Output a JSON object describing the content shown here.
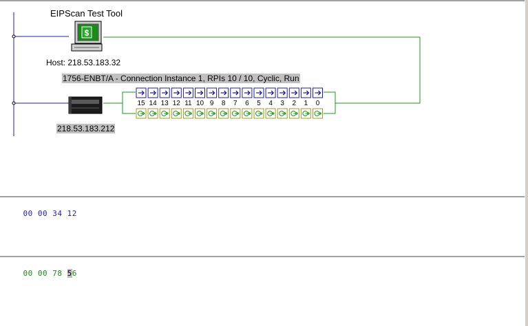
{
  "host": {
    "title": "EIPScan Test Tool",
    "address_label": "Host: 218.53.183.32"
  },
  "connection": {
    "label": "1756-ENBT/A - Connection Instance 1, RPIs 10 / 10, Cyclic, Run"
  },
  "adapter": {
    "address": "218.53.183.212"
  },
  "bits": {
    "labels": [
      "15",
      "14",
      "13",
      "12",
      "11",
      "10",
      "9",
      "8",
      "7",
      "6",
      "5",
      "4",
      "3",
      "2",
      "1",
      "0"
    ]
  },
  "input_data": {
    "bytes": [
      "00",
      "00",
      "34",
      "12"
    ]
  },
  "output_data": {
    "bytes": [
      "00",
      "00",
      "78"
    ],
    "selected_digit": "5",
    "trailing_digit": "6"
  },
  "colors": {
    "network_line": "#1e1ebe",
    "connection_line": "#1a9a1a",
    "input_bit": "#1e1e9c",
    "output_bit": "#9c9c1e",
    "highlight": "#c0c0c0"
  },
  "icons": {
    "host": "computer-dollar-icon",
    "adapter": "ethernet-module-icon",
    "input_bit": "input-arrow-icon",
    "output_bit": "output-arrow-icon"
  }
}
